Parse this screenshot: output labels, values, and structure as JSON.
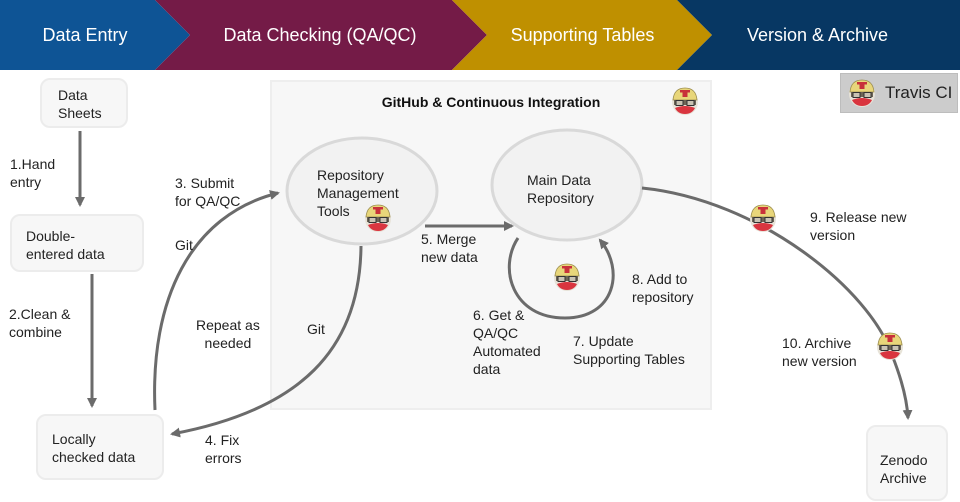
{
  "header": {
    "stages": [
      {
        "label": "Data Entry",
        "color": "#0e5495"
      },
      {
        "label": "Data Checking (QA/QC)",
        "color": "#741b47"
      },
      {
        "label": "Supporting Tables",
        "color": "#bf9000"
      },
      {
        "label": "Version & Archive",
        "color": "#073763"
      }
    ]
  },
  "legend": {
    "label": "Travis CI",
    "icon": "travis-ci-mascot-icon"
  },
  "panel": {
    "title": "GitHub & Continuous Integration"
  },
  "nodes": {
    "data_sheets": [
      "Data",
      "Sheets"
    ],
    "double_entered": [
      "Double-",
      "entered data"
    ],
    "locally_checked": [
      "Locally",
      "checked data"
    ],
    "repo_tools": [
      "Repository",
      "Management",
      "Tools"
    ],
    "main_repo": [
      "Main Data",
      "Repository"
    ],
    "zenodo": [
      "Zenodo",
      "Archive"
    ]
  },
  "edges": {
    "hand_entry": [
      "1.Hand",
      "entry"
    ],
    "clean_combine": [
      "2.Clean &",
      "combine"
    ],
    "submit": [
      "3. Submit",
      "for QA/QC"
    ],
    "git_submit": "Git",
    "repeat": [
      "Repeat as",
      "needed"
    ],
    "git_fix": "Git",
    "fix_errors": [
      "4. Fix",
      "errors"
    ],
    "merge": [
      "5. Merge",
      "new data"
    ],
    "get_qaqc": [
      "6. Get &",
      "QA/QC",
      "Automated",
      "data"
    ],
    "update_tables": [
      "7. Update",
      "Supporting Tables"
    ],
    "add_repo": [
      "8. Add to",
      "repository"
    ],
    "release": [
      "9. Release new",
      "version"
    ],
    "archive": [
      "10. Archive",
      "new version"
    ]
  },
  "colors": {
    "arrow": "#666666",
    "node_border": "#d9d9d9",
    "mascot_helmet": "#e8d67a",
    "mascot_face": "#d9353f"
  }
}
